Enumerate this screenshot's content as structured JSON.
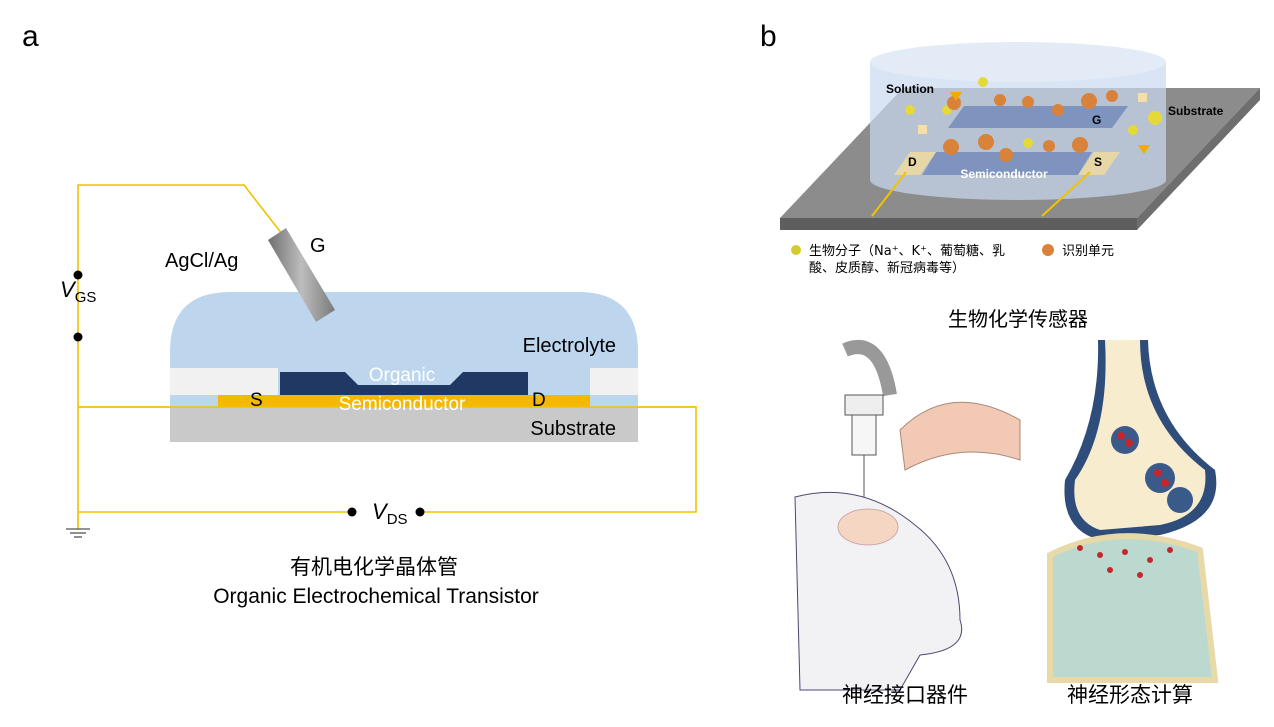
{
  "panel_a": {
    "label": "a",
    "electrode_label": "AgCl/Ag",
    "gate_label": "G",
    "vgs_label": "V",
    "vgs_sub": "GS",
    "vds_label": "V",
    "vds_sub": "DS",
    "electrolyte": "Electrolyte",
    "semiconductor_line1": "Organic",
    "semiconductor_line2": "Semiconductor",
    "source": "S",
    "drain": "D",
    "substrate": "Substrate",
    "caption_cn": "有机电化学晶体管",
    "caption_en": "Organic Electrochemical Transistor",
    "colors": {
      "wire": "#f2c200",
      "electrolyte": "#bdd6ee",
      "semiconductor": "#1f3864",
      "electrode": "#f5b800",
      "substrate": "#c9c9c9"
    }
  },
  "panel_b": {
    "label": "b",
    "solution": "Solution",
    "substrate": "Substrate",
    "gate": "G",
    "drain": "D",
    "source": "S",
    "semiconductor": "Semiconductor",
    "legend_molecule_line1": "生物分子（Na⁺、K⁺、葡萄糖、乳",
    "legend_molecule_line2": "酸、皮质醇、新冠病毒等）",
    "legend_receptor": "识别单元",
    "sensor_title": "生物化学传感器",
    "neural_interface": "神经接口器件",
    "neuromorphic": "神经形态计算"
  }
}
